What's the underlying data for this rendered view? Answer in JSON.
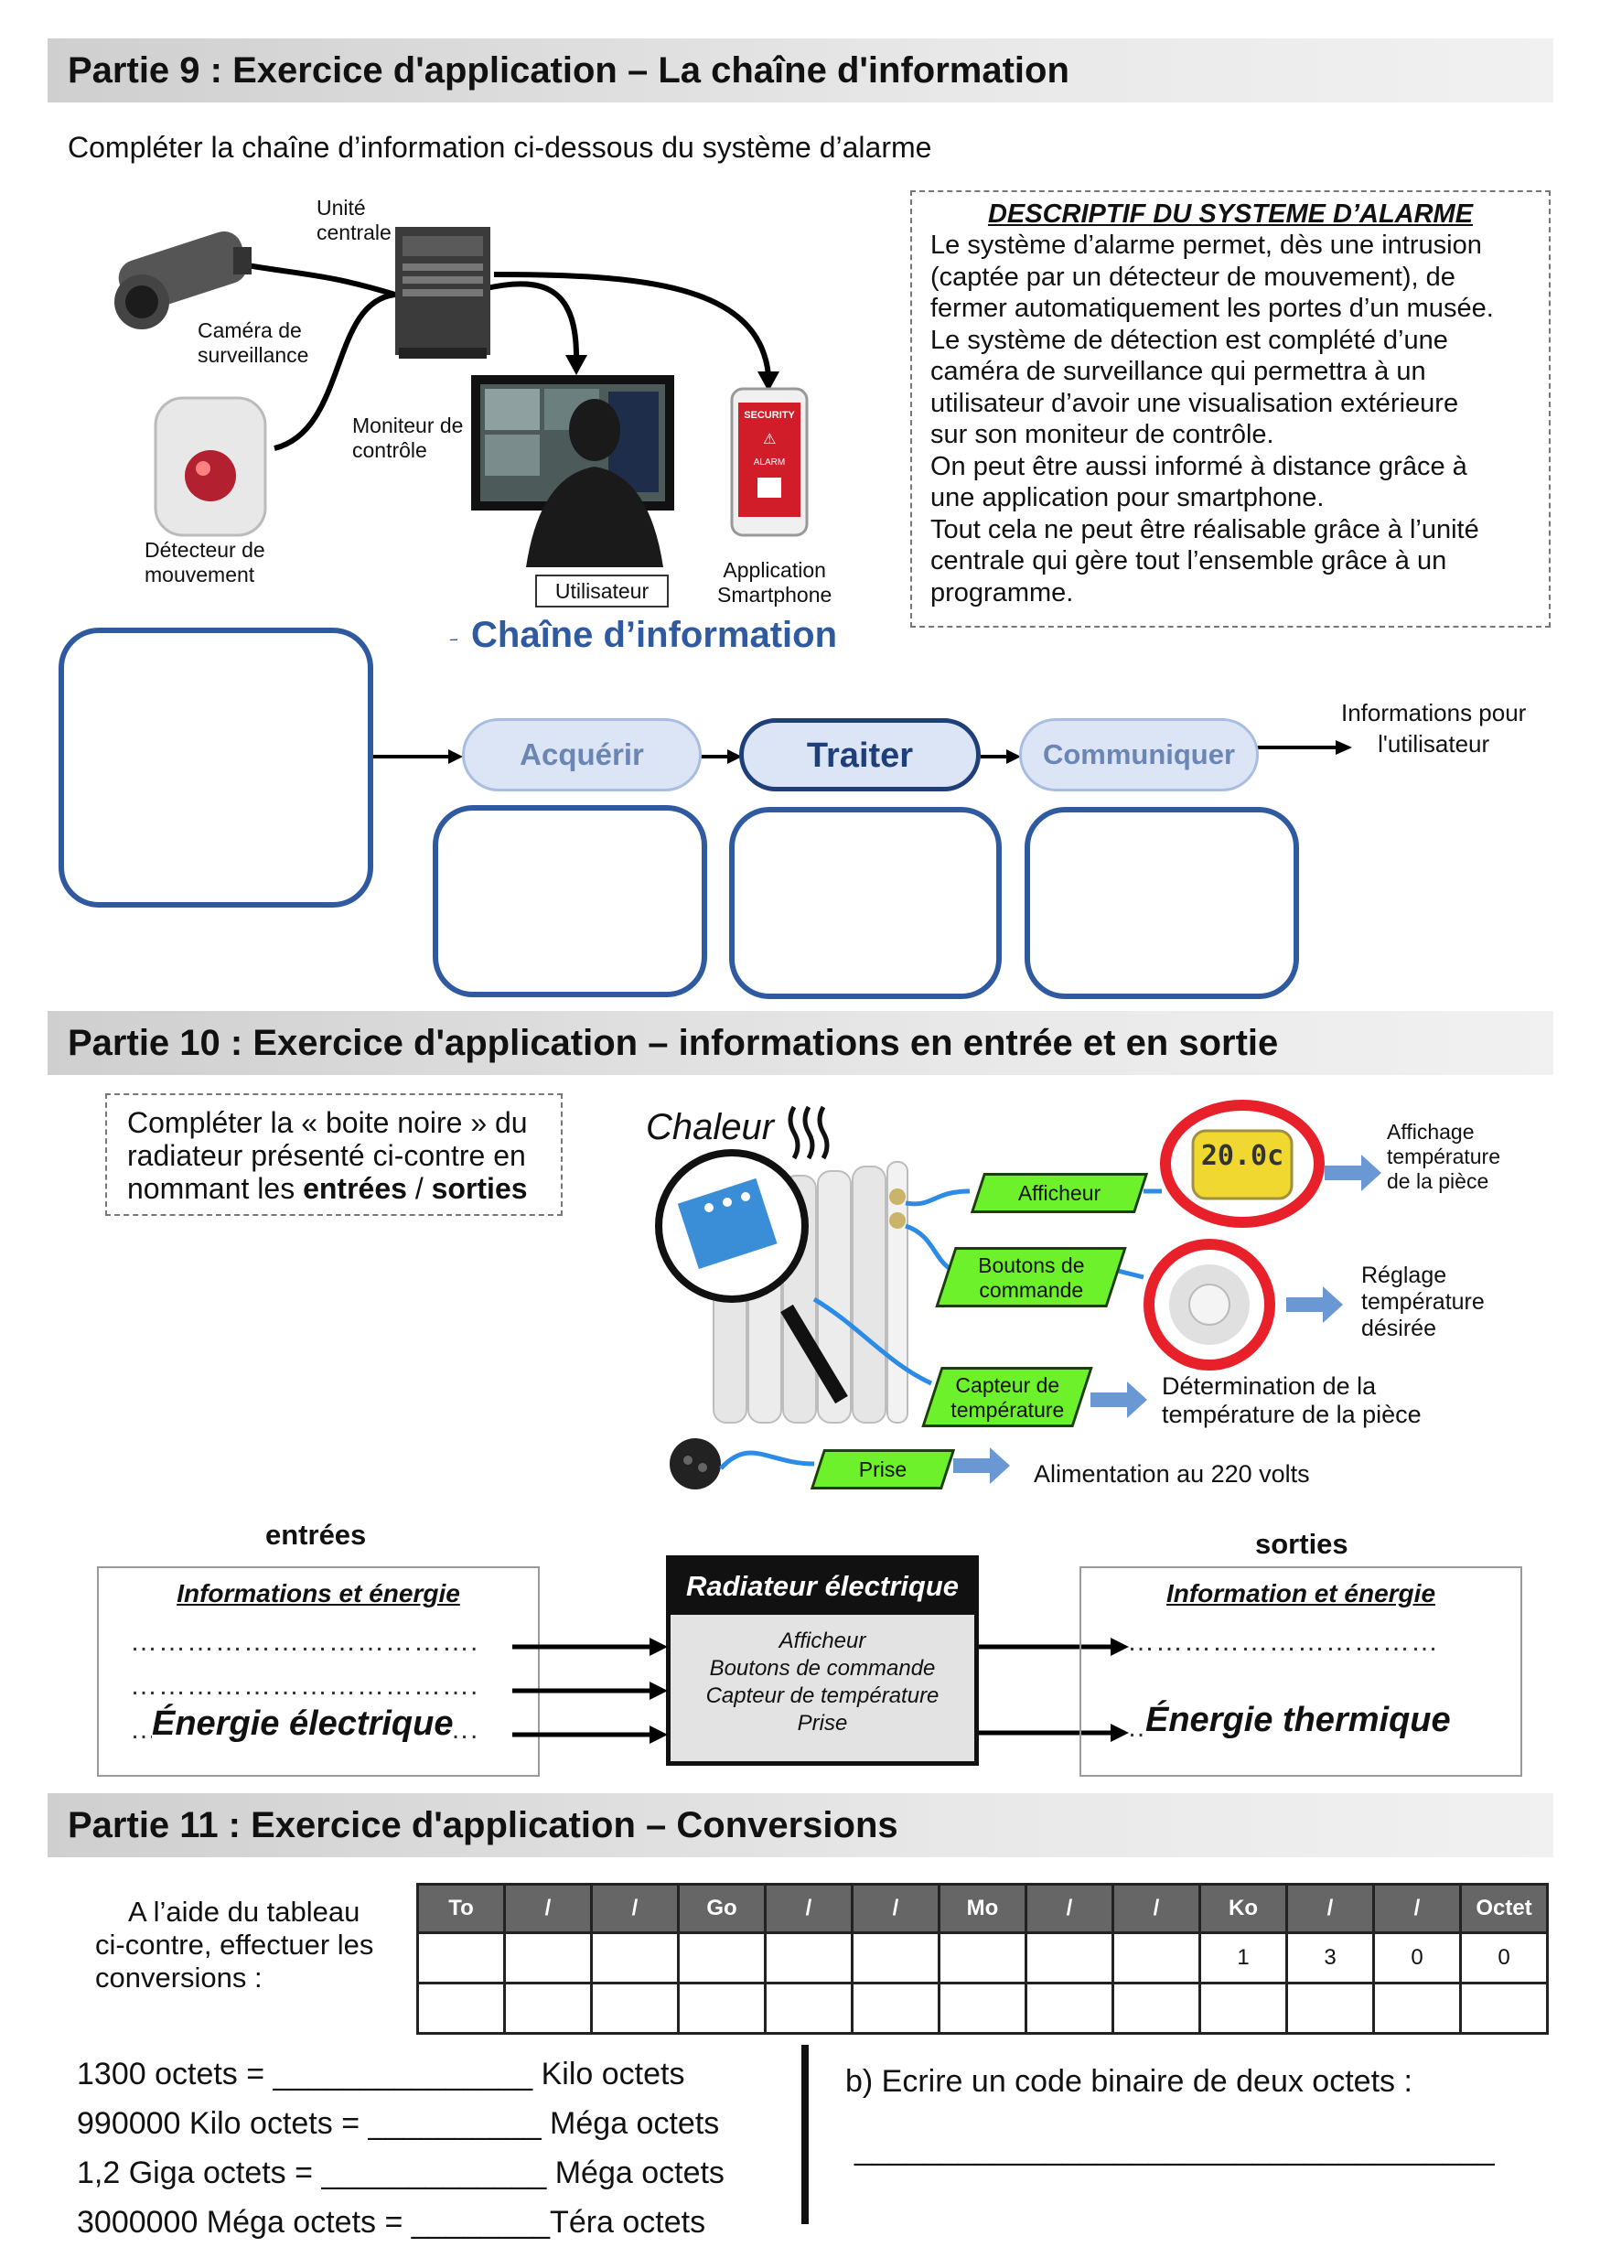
{
  "part9": {
    "title": "Partie 9 : Exercice d'application – La chaîne d'information",
    "instruction": "Compléter la chaîne d’information ci-dessous du système d’alarme",
    "labels": {
      "central_unit": [
        "Unité",
        "centrale"
      ],
      "camera": [
        "Caméra de",
        "surveillance"
      ],
      "monitor": [
        "Moniteur de",
        "contrôle"
      ],
      "detector": [
        "Détecteur de",
        "mouvement"
      ],
      "user": "Utilisateur",
      "app": [
        "Application",
        "Smartphone"
      ],
      "phone_screen": [
        "SECURITY",
        "ALARM"
      ]
    },
    "descriptif": {
      "title": "DESCRIPTIF DU SYSTEME D’ALARME",
      "lines": [
        "Le système d’alarme permet, dès une intrusion",
        "(captée par un détecteur de mouvement), de",
        "fermer automatiquement les portes d’un musée.",
        "Le système de détection est complété d’une",
        "caméra de surveillance qui permettra à un",
        "utilisateur d’avoir une visualisation extérieure",
        "sur son moniteur de contrôle.",
        "On peut être aussi informé à distance grâce à",
        "une application pour smartphone.",
        "Tout cela ne peut être réalisable grâce à l’unité",
        "centrale qui gère tout l’ensemble grâce à un",
        "programme."
      ]
    },
    "chain": {
      "title": "Chaîne d’information",
      "acquire": "Acquérir",
      "process": "Traiter",
      "communicate": "Communiquer",
      "output": [
        "Informations pour",
        "l'utilisateur"
      ]
    }
  },
  "part10": {
    "title": "Partie 10 : Exercice d'application – informations en entrée et en sortie",
    "instruction": [
      "Compléter la « boite noire » du",
      "radiateur présenté ci-contre en"
    ],
    "instruction_l3": {
      "a": "nommant les ",
      "b": "entrées",
      "c": " / ",
      "d": "sorties"
    },
    "heat": "Chaleur",
    "tags": {
      "display": "Afficheur",
      "buttons": [
        "Boutons de",
        "commande"
      ],
      "sensor": [
        "Capteur de",
        "température"
      ],
      "plug": "Prise"
    },
    "lcd": "20.0c",
    "notes": {
      "display": [
        "Affichage",
        "température",
        "de la pièce"
      ],
      "buttons": [
        "Réglage",
        "température",
        "désirée"
      ],
      "sensor": [
        "Détermination de la",
        "température de la pièce"
      ],
      "plug": "Alimentation au 220 volts"
    },
    "inputs": {
      "heading": "entrées",
      "box_title": "Informations et énergie",
      "dots": "……………………………….",
      "energy": "Énergie électrique"
    },
    "system": {
      "title": "Radiateur électrique",
      "items": [
        "Afficheur",
        "Boutons de commande",
        "Capteur de température",
        "Prise"
      ]
    },
    "outputs": {
      "heading": "sorties",
      "box_title": "Information et énergie",
      "dots": "……………………………",
      "energy": "Énergie thermique"
    }
  },
  "part11": {
    "title": "Partie 11 : Exercice d'application – Conversions",
    "instruction": [
      "A l’aide du tableau",
      "ci-contre, effectuer les",
      "conversions :"
    ],
    "table": {
      "headers": [
        "To",
        "/",
        "/",
        "Go",
        "/",
        "/",
        "Mo",
        "/",
        "/",
        "Ko",
        "/",
        "/",
        "Octet"
      ],
      "row1": [
        "",
        "",
        "",
        "",
        "",
        "",
        "",
        "",
        "",
        "1",
        "3",
        "0",
        "0"
      ],
      "row2": [
        "",
        "",
        "",
        "",
        "",
        "",
        "",
        "",
        "",
        "",
        "",
        "",
        ""
      ]
    },
    "conversions": [
      {
        "left": "1300 octets = ",
        "blank": "_______________",
        "right": " Kilo octets"
      },
      {
        "left": "990000 Kilo octets = ",
        "blank": "__________",
        "right": " Méga octets"
      },
      {
        "left": "1,2 Giga octets = ",
        "blank": "_____________",
        "right": " Méga octets"
      },
      {
        "left": "3000000 Méga octets = ",
        "blank": "________",
        "right": "Téra octets"
      }
    ],
    "question_b": "b) Ecrire un code binaire de deux octets :",
    "answer_line": "_____________________________________"
  }
}
